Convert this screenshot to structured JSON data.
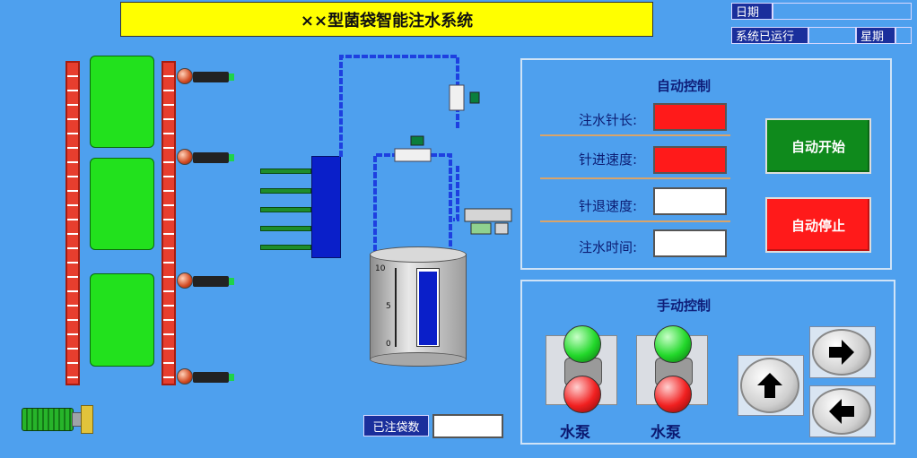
{
  "header": {
    "title": "××型菌袋智能注水系统"
  },
  "info": {
    "date_label": "日期",
    "date_value": "",
    "runtime_label": "系统已运行",
    "runtime_value": "",
    "weekday_label": "星期",
    "weekday_value": ""
  },
  "auto_panel": {
    "title": "自动控制",
    "fields": [
      {
        "label": "注水针长:",
        "value": "",
        "color": "#ff1a1a"
      },
      {
        "label": "针进速度:",
        "value": "",
        "color": "#ff1a1a"
      },
      {
        "label": "针退速度:",
        "value": "",
        "color": "#ffffff"
      },
      {
        "label": "注水时间:",
        "value": "",
        "color": "#ffffff"
      }
    ],
    "start_button": "自动开始",
    "stop_button": "自动停止",
    "start_color": "#0f8a1c",
    "stop_color": "#ff1a1a"
  },
  "manual_panel": {
    "title": "手动控制",
    "pump1_label": "水泵",
    "pump2_label": "水泵"
  },
  "tank": {
    "scale_top": "10",
    "scale_mid": "5",
    "scale_bottom": "0",
    "level": 0.98
  },
  "counter": {
    "label": "已注袋数",
    "value": ""
  },
  "icons": {
    "up": "arrow-up-icon",
    "right": "arrow-right-icon",
    "left": "arrow-left-icon",
    "motor": "motor-icon"
  }
}
